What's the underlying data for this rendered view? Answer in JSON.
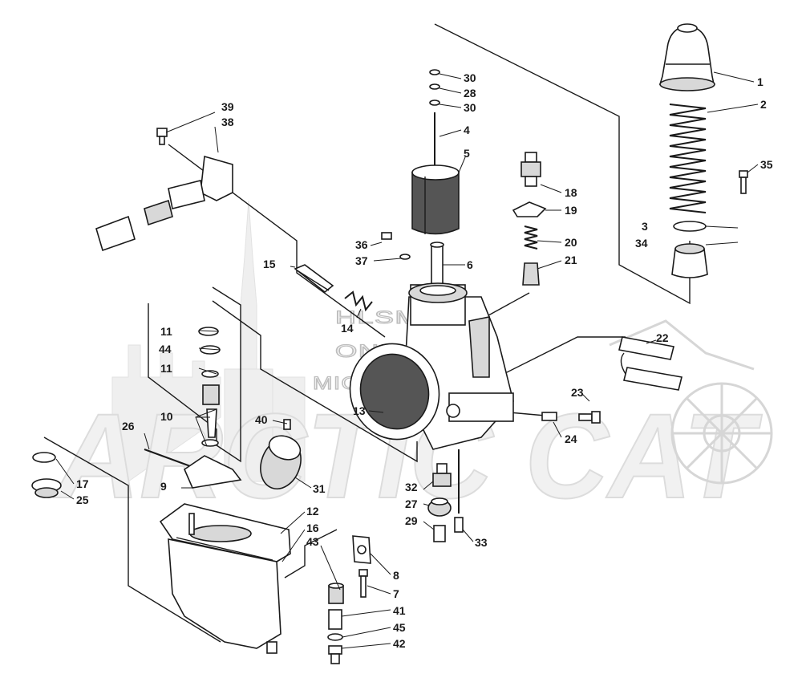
{
  "watermark": {
    "lines": [
      "HLSM'S",
      "ONLINE",
      "MICROFICHE"
    ],
    "logo": "ARCTIC CAT"
  },
  "callouts": [
    {
      "id": "callout-1",
      "label": "1"
    },
    {
      "id": "callout-2",
      "label": "2"
    },
    {
      "id": "callout-3",
      "label": "3"
    },
    {
      "id": "callout-4",
      "label": "4"
    },
    {
      "id": "callout-5",
      "label": "5"
    },
    {
      "id": "callout-6",
      "label": "6"
    },
    {
      "id": "callout-7",
      "label": "7"
    },
    {
      "id": "callout-8",
      "label": "8"
    },
    {
      "id": "callout-9",
      "label": "9"
    },
    {
      "id": "callout-10",
      "label": "10"
    },
    {
      "id": "callout-11a",
      "label": "11"
    },
    {
      "id": "callout-11b",
      "label": "11"
    },
    {
      "id": "callout-12",
      "label": "12"
    },
    {
      "id": "callout-13",
      "label": "13"
    },
    {
      "id": "callout-14",
      "label": "14"
    },
    {
      "id": "callout-15",
      "label": "15"
    },
    {
      "id": "callout-16",
      "label": "16"
    },
    {
      "id": "callout-17",
      "label": "17"
    },
    {
      "id": "callout-18",
      "label": "18"
    },
    {
      "id": "callout-19",
      "label": "19"
    },
    {
      "id": "callout-20",
      "label": "20"
    },
    {
      "id": "callout-21",
      "label": "21"
    },
    {
      "id": "callout-22",
      "label": "22"
    },
    {
      "id": "callout-23",
      "label": "23"
    },
    {
      "id": "callout-24",
      "label": "24"
    },
    {
      "id": "callout-25",
      "label": "25"
    },
    {
      "id": "callout-26",
      "label": "26"
    },
    {
      "id": "callout-27",
      "label": "27"
    },
    {
      "id": "callout-28",
      "label": "28"
    },
    {
      "id": "callout-29",
      "label": "29"
    },
    {
      "id": "callout-30a",
      "label": "30"
    },
    {
      "id": "callout-30b",
      "label": "30"
    },
    {
      "id": "callout-31",
      "label": "31"
    },
    {
      "id": "callout-32",
      "label": "32"
    },
    {
      "id": "callout-33",
      "label": "33"
    },
    {
      "id": "callout-34",
      "label": "34"
    },
    {
      "id": "callout-35",
      "label": "35"
    },
    {
      "id": "callout-36",
      "label": "36"
    },
    {
      "id": "callout-37",
      "label": "37"
    },
    {
      "id": "callout-38",
      "label": "38"
    },
    {
      "id": "callout-39",
      "label": "39"
    },
    {
      "id": "callout-40",
      "label": "40"
    },
    {
      "id": "callout-41",
      "label": "41"
    },
    {
      "id": "callout-42",
      "label": "42"
    },
    {
      "id": "callout-43",
      "label": "43"
    },
    {
      "id": "callout-44",
      "label": "44"
    },
    {
      "id": "callout-45",
      "label": "45"
    }
  ]
}
